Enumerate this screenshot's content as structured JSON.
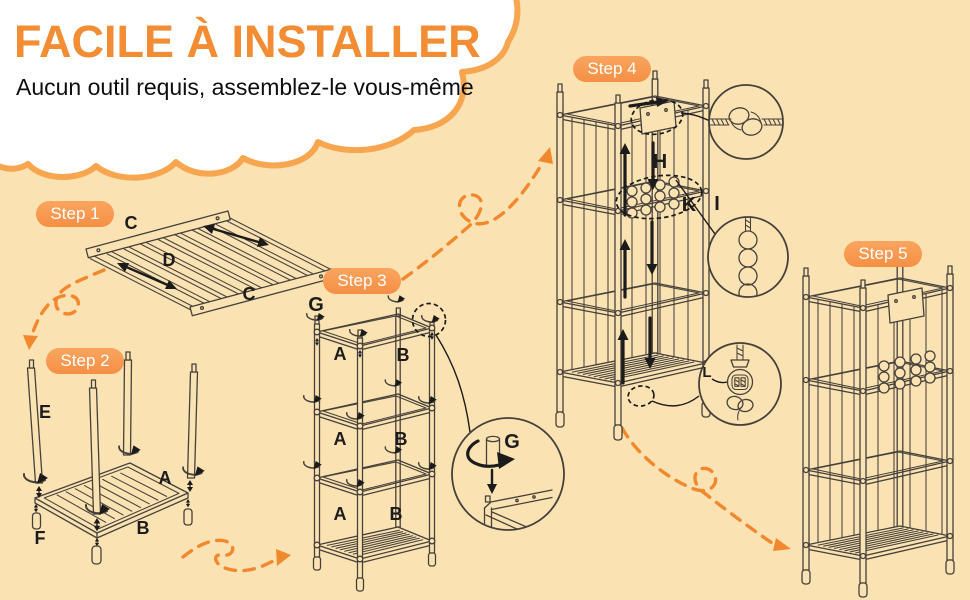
{
  "header": {
    "title": "FACILE À INSTALLER",
    "subtitle": "Aucun outil requis, assemblez-le vous-même"
  },
  "steps": [
    {
      "label": "Step 1"
    },
    {
      "label": "Step 2"
    },
    {
      "label": "Step 3"
    },
    {
      "label": "Step 4"
    },
    {
      "label": "Step 5"
    }
  ],
  "part_labels": {
    "step1_rail_top": "C",
    "step1_slats": "D",
    "step1_rail_bottom": "C",
    "step2_pole": "E",
    "step2_side_a": "A",
    "step2_side_b": "B",
    "step2_foot": "F",
    "step3_top_connector": "G",
    "step3_tier1_a": "A",
    "step3_tier1_b": "B",
    "step3_tier2_a": "A",
    "step3_tier2_b": "B",
    "step3_tier3_a": "A",
    "step3_tier3_b": "B",
    "step3_inset_connector": "G",
    "step4_rope": "H",
    "step4_beads": "K",
    "step4_rope_group": "I",
    "step4_cord_lock": "L"
  },
  "figures": {
    "g_detail": "connector-screw-detail",
    "knot_detail": "rope-knot-detail",
    "beads_detail": "beads-on-rope-detail",
    "lock_detail": "cord-lock-and-knot-detail"
  },
  "colors": {
    "background": "#FBE2B2",
    "title_orange": "#F28D33",
    "badge_orange": "#F79A50",
    "connector_orange": "#F2882E",
    "cloud_border": "#F7A54E",
    "cloud_fill": "#FFFFFF",
    "line_art": "#45413A",
    "label_text": "#1C1C1C"
  }
}
